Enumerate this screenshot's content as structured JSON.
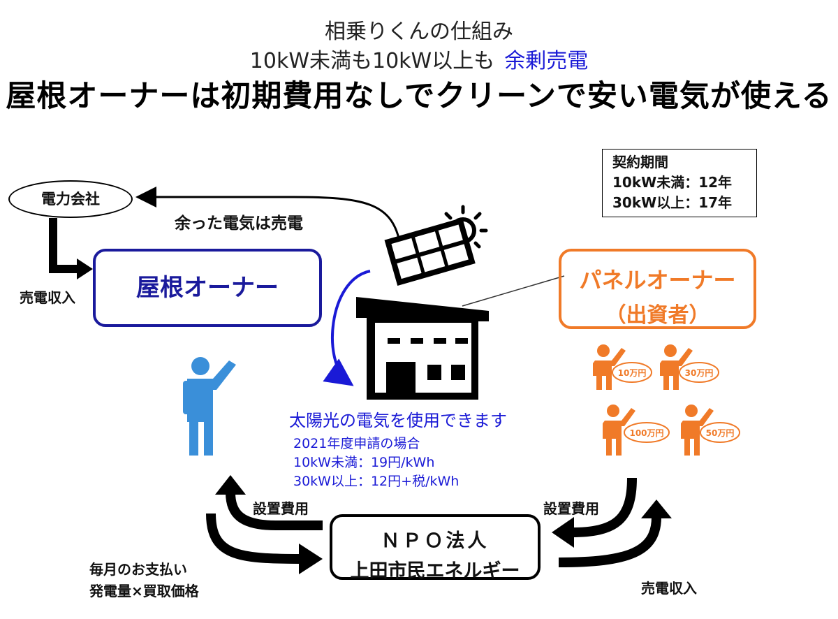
{
  "title": {
    "line1": "相乗りくんの仕組み",
    "line2": "10kW未満も10kW以上も",
    "line2_accent": "余剰売電",
    "main": "屋根オーナーは初期費用なしでクリーンで安い電気が使える"
  },
  "contract": {
    "heading": "契約期間",
    "under10": "10kW未満：12年",
    "over30": "30kW以上：17年"
  },
  "power_company": "電力会社",
  "surplus_label": "余った電気は売電",
  "sale_income_left": "売電収入",
  "roof_owner": "屋根オーナー",
  "panel_owner": {
    "title": "パネルオーナー",
    "subtitle": "（出資者）"
  },
  "investors": [
    "10万円",
    "30万円",
    "100万円",
    "50万円"
  ],
  "solar_use": "太陽光の電気を使用できます",
  "rates": {
    "heading": "2021年度申請の場合",
    "under10": "10kW未満：19円/kWh",
    "over30": "30kW以上：12円+税/kWh"
  },
  "install_cost_left": "設置費用",
  "install_cost_right": "設置費用",
  "payment": {
    "line1": "毎月のお支払い",
    "line2": "発電量×買取価格"
  },
  "sale_income_right": "売電収入",
  "npo": {
    "line1": "ＮＰＯ法人",
    "line2": "上田市民エネルギー"
  },
  "colors": {
    "roof_owner": "#1a1a9c",
    "panel_owner": "#f07a28",
    "person_blue": "#3a8fd9",
    "accent_text": "#1a1ad6"
  }
}
